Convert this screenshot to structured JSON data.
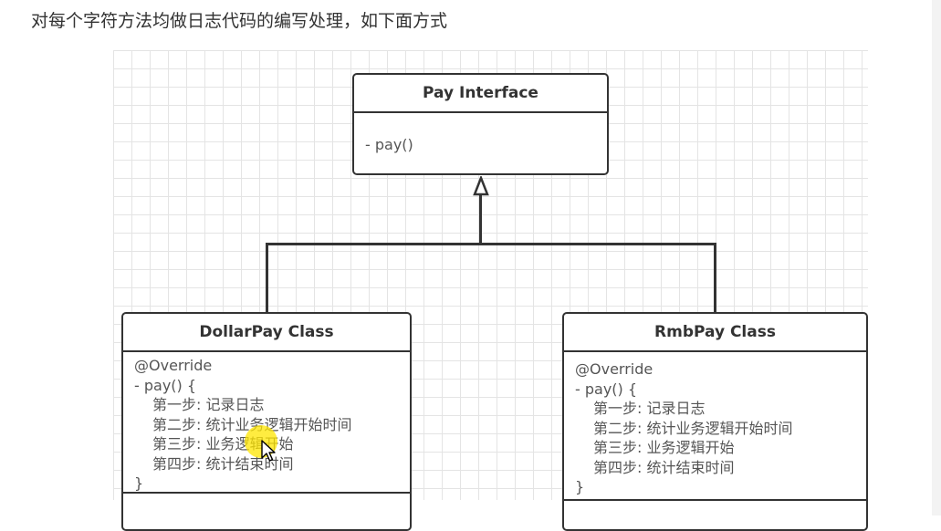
{
  "heading": "对每个字符方法均做日志代码的编写处理，如下面方式",
  "interface_box": {
    "title": "Pay Interface",
    "method": "- pay()"
  },
  "dollar_box": {
    "title": "DollarPay Class",
    "lines": [
      "@Override",
      "- pay() {",
      "第一步: 记录日志",
      "第二步: 统计业务逻辑开始时间",
      "第三步: 业务逻辑开始",
      "第四步: 统计结束时间",
      "}"
    ]
  },
  "rmb_box": {
    "title": "RmbPay Class",
    "lines": [
      "@Override",
      "- pay() {",
      "第一步: 记录日志",
      "第二步: 统计业务逻辑开始时间",
      "第三步: 业务逻辑开始",
      "第四步: 统计结束时间",
      "}"
    ]
  },
  "colors": {
    "grid": "#e4e4e4",
    "stroke": "#333333",
    "cursor_highlight": "#ffe600"
  },
  "icons": {
    "cursor": "mouse-pointer-icon"
  }
}
